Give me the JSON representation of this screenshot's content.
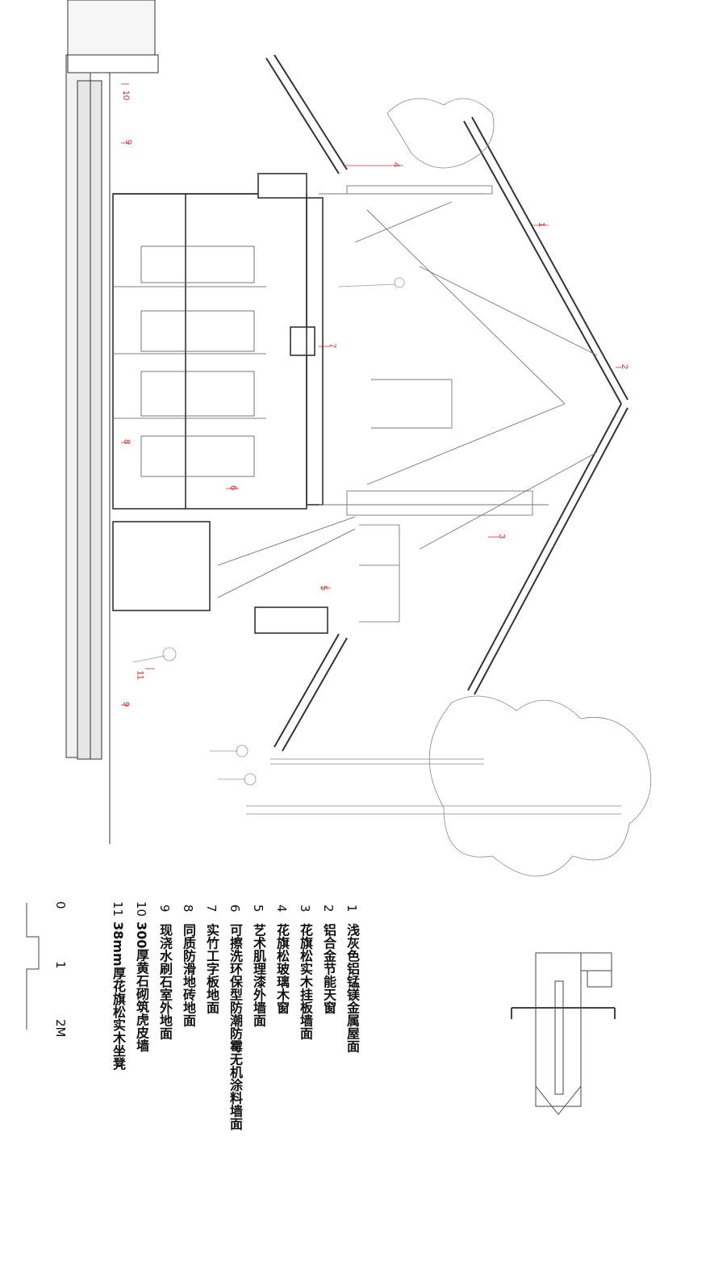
{
  "legend": [
    {
      "num": "1",
      "text": "浅灰色铝锰镁金属屋面"
    },
    {
      "num": "2",
      "text": "铝合金节能天窗"
    },
    {
      "num": "3",
      "text": "花旗松实木挂板墙面"
    },
    {
      "num": "4",
      "text": "花旗松玻璃木窗"
    },
    {
      "num": "5",
      "text": "艺术肌理漆外墙面"
    },
    {
      "num": "6",
      "text": "可擦洗环保型防潮防霉无机涂料墙面"
    },
    {
      "num": "7",
      "text": "实竹工字板地面"
    },
    {
      "num": "8",
      "text": "同质防滑地砖地面"
    },
    {
      "num": "9",
      "text": "现浇水刷石室外地面"
    },
    {
      "num": "10",
      "text": "300厚黄石砌筑虎皮墙"
    },
    {
      "num": "11",
      "text": "38mm厚花旗松实木坐凳"
    }
  ],
  "scale": {
    "zero": "0",
    "one": "1",
    "two": "2M"
  },
  "tags": [
    "1",
    "2",
    "3",
    "4",
    "5",
    "6",
    "7",
    "8",
    "9",
    "9",
    "10",
    "11"
  ],
  "colors": {
    "tag": "#d0312d",
    "line": "#333333",
    "light": "#b8b8b8"
  }
}
